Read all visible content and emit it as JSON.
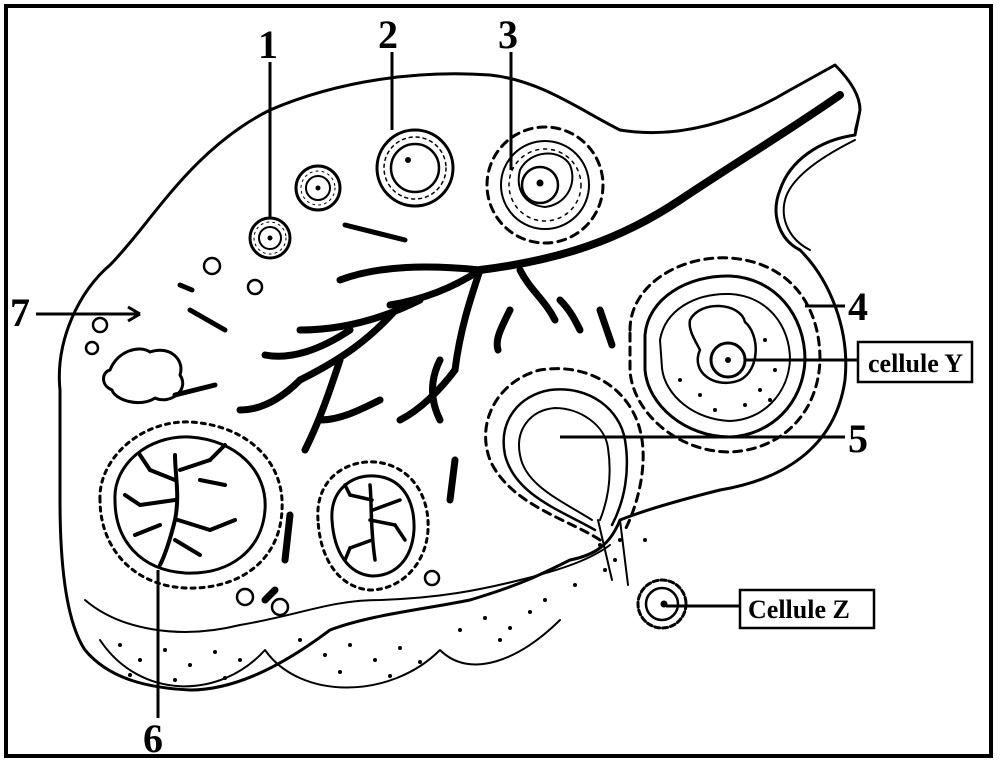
{
  "diagram": {
    "labels": {
      "n1": "1",
      "n2": "2",
      "n3": "3",
      "n4": "4",
      "n5": "5",
      "n6": "6",
      "n7": "7",
      "cellule_y": "cellule Y",
      "cellule_z": "Cellule Z"
    }
  }
}
